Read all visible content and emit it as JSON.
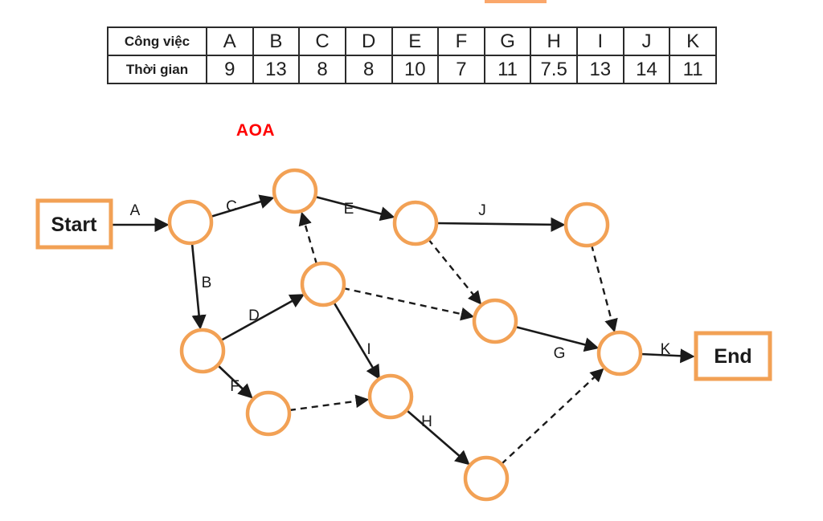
{
  "top_accent": {
    "color": "#FAA76B"
  },
  "table": {
    "row1_label": "Công việc",
    "row2_label": "Thời gian",
    "activities": [
      "A",
      "B",
      "C",
      "D",
      "E",
      "F",
      "G",
      "H",
      "I",
      "J",
      "K"
    ],
    "durations": [
      "9",
      "13",
      "8",
      "8",
      "10",
      "7",
      "11",
      "7.5",
      "13",
      "14",
      "11"
    ]
  },
  "diagram": {
    "title": "AOA",
    "title_color": "#FF0000",
    "start_label": "Start",
    "end_label": "End",
    "node_color": "#F2A155",
    "line_color": "#1a1a1a",
    "node_count": 11,
    "activity_edges": [
      {
        "label": "A",
        "from": "start",
        "to": "n1",
        "style": "solid"
      },
      {
        "label": "B",
        "from": "n1",
        "to": "n2",
        "style": "solid"
      },
      {
        "label": "C",
        "from": "n1",
        "to": "n4",
        "style": "solid"
      },
      {
        "label": "D",
        "from": "n2",
        "to": "n3",
        "style": "solid"
      },
      {
        "label": "E",
        "from": "n4",
        "to": "n5",
        "style": "solid"
      },
      {
        "label": "F",
        "from": "n2",
        "to": "n8",
        "style": "solid"
      },
      {
        "label": "G",
        "from": "n6",
        "to": "n10",
        "style": "solid"
      },
      {
        "label": "H",
        "from": "n7",
        "to": "n11",
        "style": "solid"
      },
      {
        "label": "I",
        "from": "n3",
        "to": "n7",
        "style": "solid"
      },
      {
        "label": "J",
        "from": "n5",
        "to": "n9",
        "style": "solid"
      },
      {
        "label": "K",
        "from": "n10",
        "to": "end",
        "style": "solid"
      }
    ],
    "dummy_edges": [
      {
        "from": "n3",
        "to": "n4",
        "style": "dashed"
      },
      {
        "from": "n3",
        "to": "n6",
        "style": "dashed"
      },
      {
        "from": "n5",
        "to": "n6",
        "style": "dashed"
      },
      {
        "from": "n9",
        "to": "n10",
        "style": "dashed"
      },
      {
        "from": "n8",
        "to": "n7",
        "style": "dashed"
      },
      {
        "from": "n11",
        "to": "n10",
        "style": "dashed"
      }
    ]
  }
}
